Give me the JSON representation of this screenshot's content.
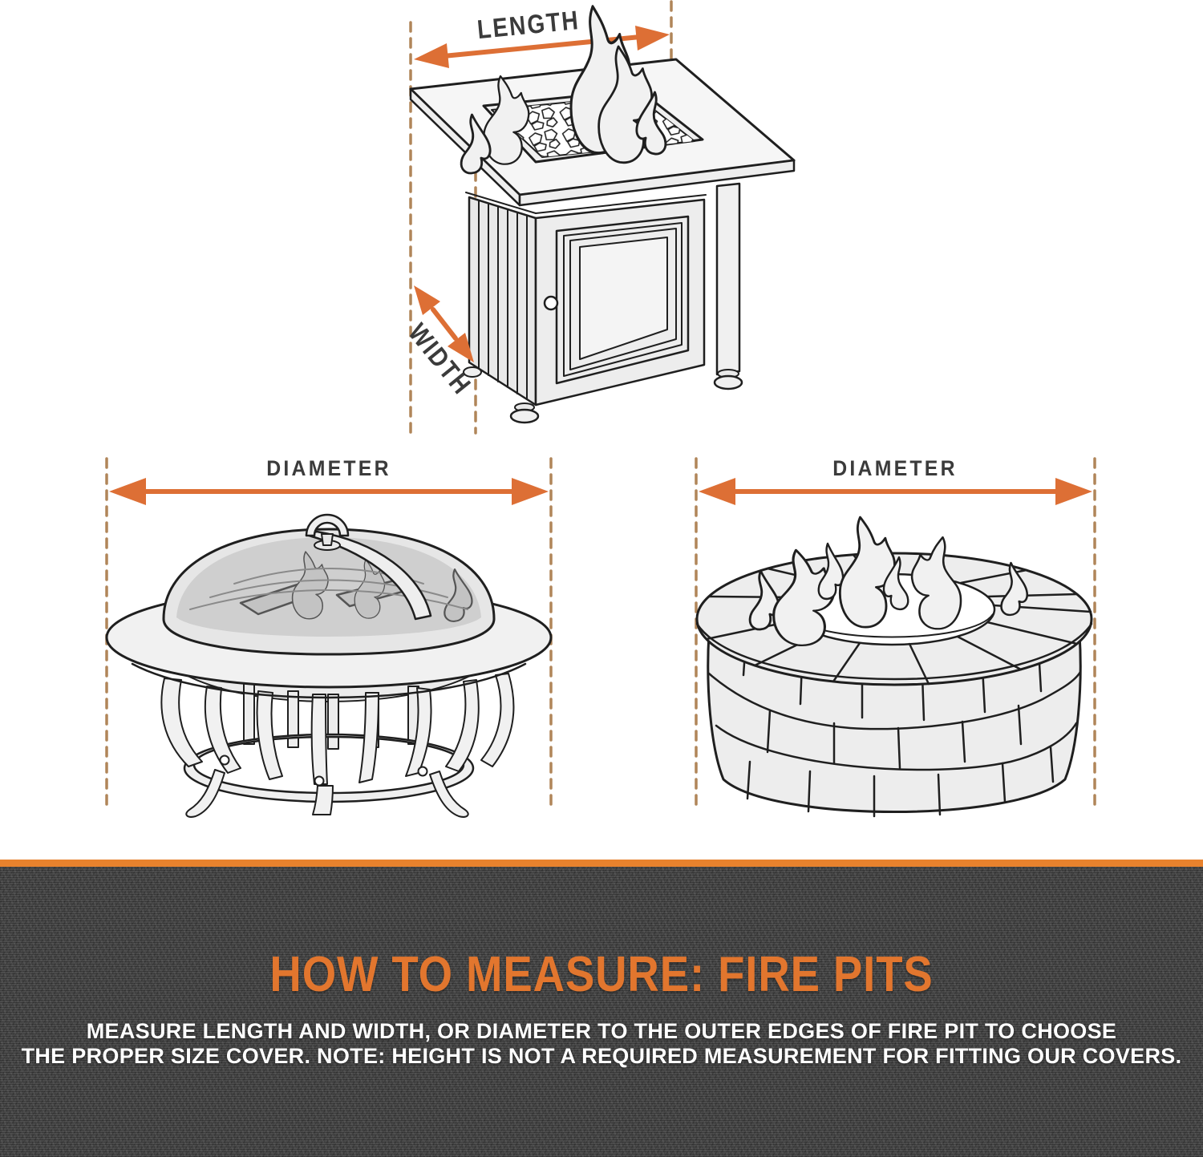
{
  "illustrations": {
    "gas_table": {
      "length_label": "LENGTH",
      "width_label": "WIDTH",
      "description": "square gas fire pit table with flames, paneled door and round feet"
    },
    "bowl": {
      "diameter_label": "DIAMETER",
      "description": "round fire pit bowl with dome spark screen, ring handle and curved-leg cage base"
    },
    "stone_ring": {
      "diameter_label": "DIAMETER",
      "description": "round stacked-stone fire pit ring with flames"
    }
  },
  "banner": {
    "title": "HOW TO MEASURE: FIRE PITS",
    "description_line1": "MEASURE LENGTH AND WIDTH, OR DIAMETER TO THE OUTER EDGES OF FIRE PIT TO CHOOSE",
    "description_line2": "THE PROPER SIZE COVER. NOTE: HEIGHT IS NOT A REQUIRED MEASUREMENT FOR FITTING OUR COVERS."
  },
  "colors": {
    "arrow_orange": "#DD6F35",
    "banner_bar_orange": "#E8822D",
    "title_orange": "#E2762E",
    "dash_brown": "#B08559",
    "line_ink": "#1f1f1f",
    "label_gray": "#3b3b3b",
    "fabric_gray": "#454545",
    "body_text_white": "#FFFFFF"
  }
}
